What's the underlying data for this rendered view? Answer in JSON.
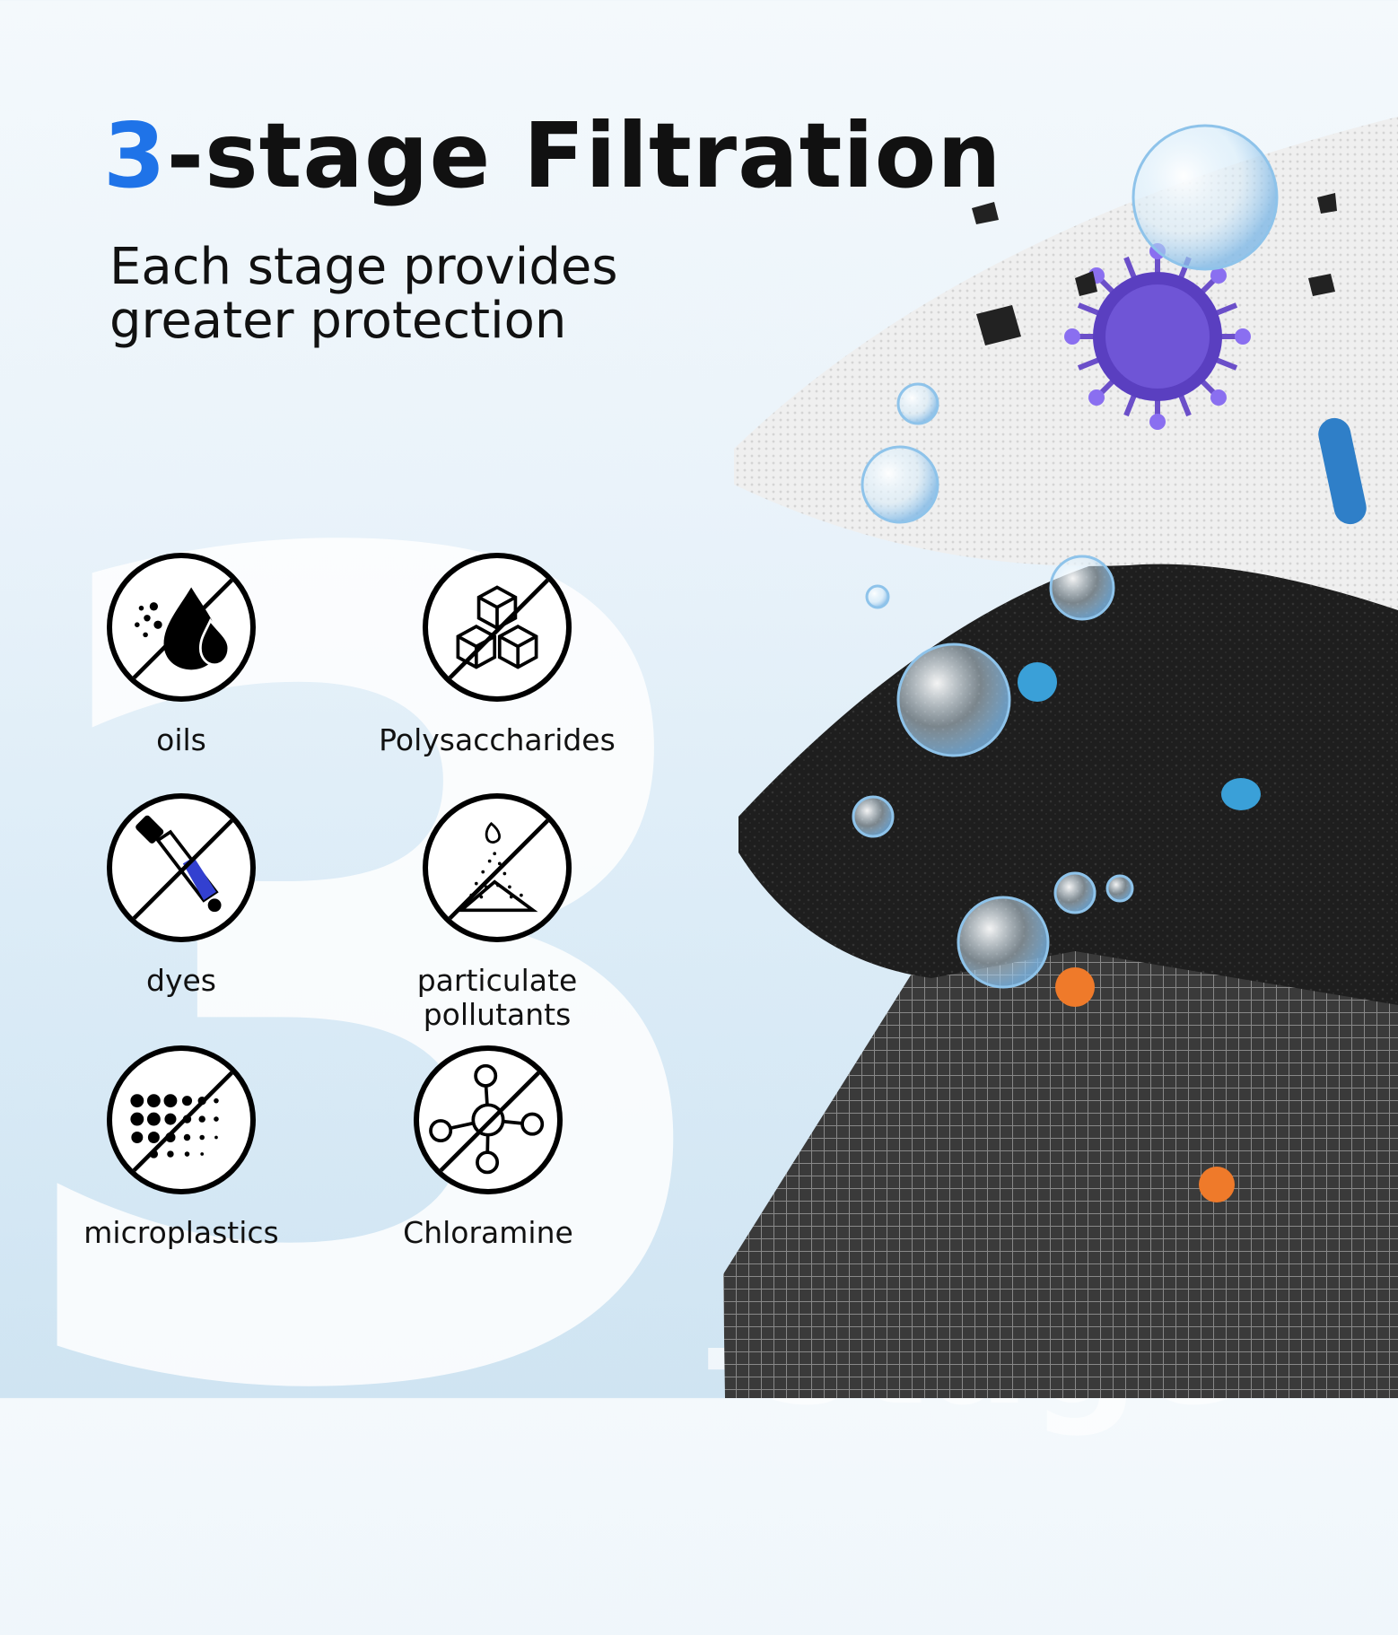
{
  "background": {
    "numeral": "3",
    "word": "-stage"
  },
  "header": {
    "title_accent": "3",
    "title_rest": "-stage Filtration",
    "subtitle": "Each stage provides greater protection"
  },
  "contaminants": [
    {
      "label": "oils",
      "icon": "oil-drop-icon"
    },
    {
      "label": "Polysaccharides",
      "icon": "cubes-icon"
    },
    {
      "label": "dyes",
      "icon": "dropper-icon"
    },
    {
      "label": "particulate pollutants",
      "icon": "powder-pile-icon"
    },
    {
      "label": "microplastics",
      "icon": "dots-icon"
    },
    {
      "label": "Chloramine",
      "icon": "molecule-icon"
    }
  ],
  "colors": {
    "accent": "#1f73e8",
    "text": "#111111"
  }
}
